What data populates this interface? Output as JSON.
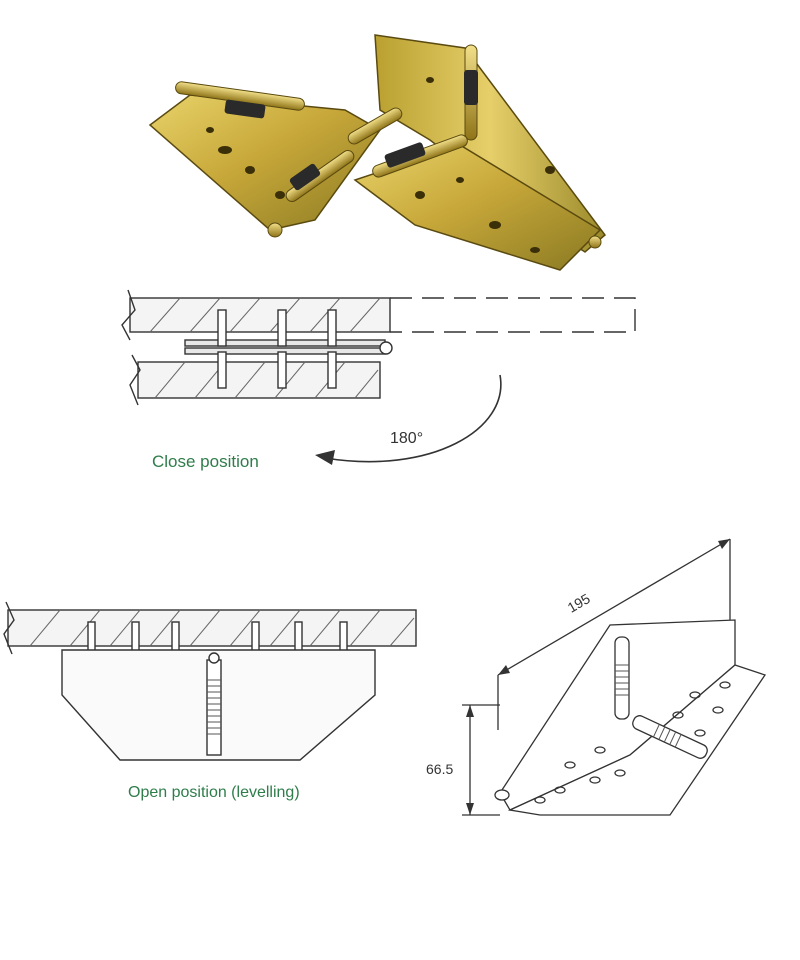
{
  "labels": {
    "close_position": "Close position",
    "rotation_angle": "180°",
    "open_position": "Open position (levelling)",
    "dim_width": "195",
    "dim_height": "66.5"
  },
  "colors": {
    "metal_gold": "#c8a83a",
    "metal_dark": "#6e5a14",
    "label_green": "#2f7d4b",
    "line": "#333333"
  }
}
